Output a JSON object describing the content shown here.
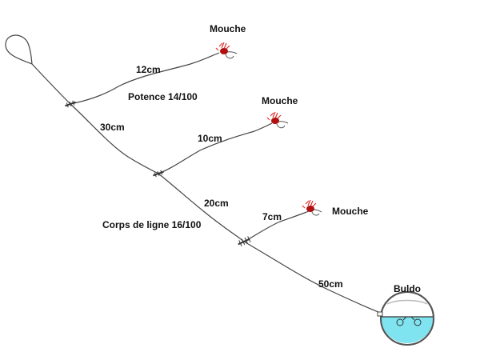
{
  "labels": {
    "fly_top": "Mouche",
    "fly_middle": "Mouche",
    "fly_bottom": "Mouche",
    "segment_12": "12cm",
    "segment_30": "30cm",
    "segment_10": "10cm",
    "segment_20": "20cm",
    "segment_7": "7cm",
    "segment_50": "50cm",
    "dropper_caption": "Potence 14/100",
    "mainline_caption": "Corps de ligne 16/100",
    "float_caption": "Buldo"
  },
  "icons": {
    "fly": "fly-icon",
    "knot": "knot-icon",
    "float": "bubble-float-icon",
    "loop": "loop-icon"
  },
  "colors": {
    "line": "#444444",
    "fly_body": "#b01010",
    "fly_hackle": "#e03030",
    "float_water": "#7fe3f0",
    "float_rim": "#555555"
  }
}
